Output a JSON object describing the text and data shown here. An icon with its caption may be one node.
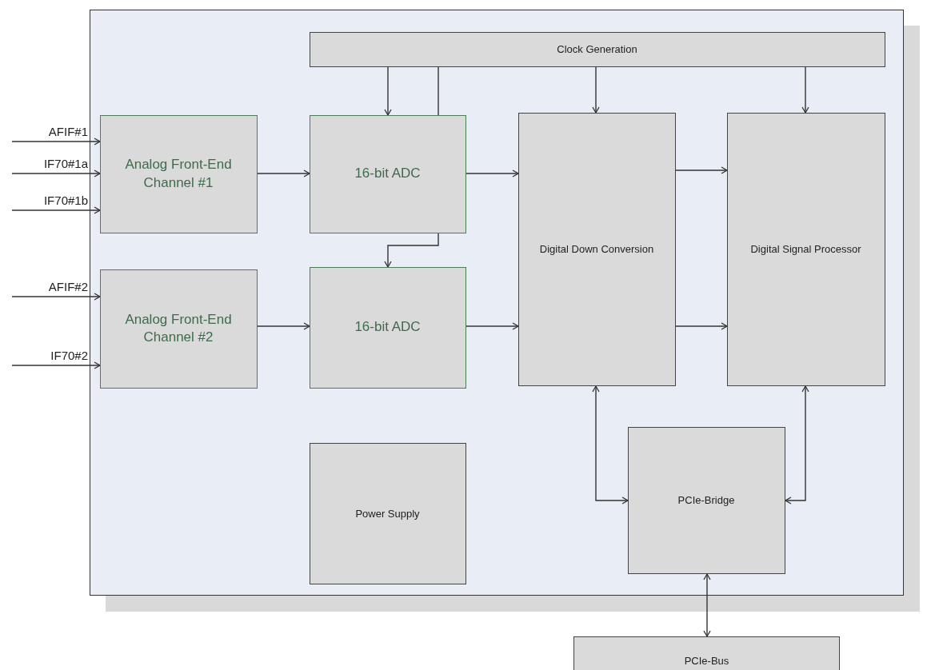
{
  "diagram": {
    "nodes": [
      {
        "text": [],
        "shape": "box"
      },
      {
        "text": [
          "Clock Generation"
        ],
        "in": 0
      },
      {
        "text": [
          "Analog Front-End Channel #1"
        ],
        "in": 0
      },
      {
        "text": [
          "16-bit ADC"
        ],
        "in": 0
      },
      {
        "text": [
          "Digital Down Conversion"
        ],
        "in": 0
      },
      {
        "text": [
          "Digital Signal Processor"
        ],
        "in": 0
      },
      {
        "text": [
          "Analog Front-End Channel #2"
        ],
        "in": 0
      },
      {
        "text": [
          "16-bit ADC"
        ],
        "in": 0
      },
      {
        "text": [
          "Power Supply"
        ],
        "in": 0
      },
      {
        "text": [
          "PCIe-Bridge"
        ],
        "in": 0
      },
      {
        "text": [
          "PCIe-Bus"
        ]
      }
    ],
    "edges": [
      {
        "from": null,
        "to": 2,
        "arrow": "to",
        "label": "AFIF#1"
      },
      {
        "from": null,
        "to": 2,
        "arrow": "to",
        "label": "IF70#1a"
      },
      {
        "from": null,
        "to": 2,
        "arrow": "to",
        "label": "IF70#1b"
      },
      {
        "from": null,
        "to": 6,
        "arrow": "to",
        "label": "AFIF#2"
      },
      {
        "from": null,
        "to": 6,
        "arrow": "to",
        "label": "IF70#2"
      },
      {
        "from": 1,
        "to": 3,
        "arrow": "to"
      },
      {
        "from": 1,
        "to": 3,
        "arrow": "none"
      },
      {
        "from": 3,
        "to": 7,
        "arrow": "to"
      },
      {
        "from": 2,
        "to": 3,
        "arrow": "to"
      },
      {
        "from": 6,
        "to": 7,
        "arrow": "to"
      },
      {
        "from": 1,
        "to": 4,
        "arrow": "to"
      },
      {
        "from": 1,
        "to": 5,
        "arrow": "to"
      },
      {
        "from": 3,
        "to": 4,
        "arrow": "to"
      },
      {
        "from": 7,
        "to": 4,
        "arrow": "to"
      },
      {
        "from": 4,
        "to": 5,
        "arrow": "to"
      },
      {
        "from": 4,
        "to": 5,
        "arrow": "to"
      },
      {
        "from": 4,
        "to": 9,
        "arrow": "both"
      },
      {
        "from": 5,
        "to": 9,
        "arrow": "both"
      },
      {
        "from": 9,
        "to": 10,
        "arrow": "both"
      }
    ]
  }
}
